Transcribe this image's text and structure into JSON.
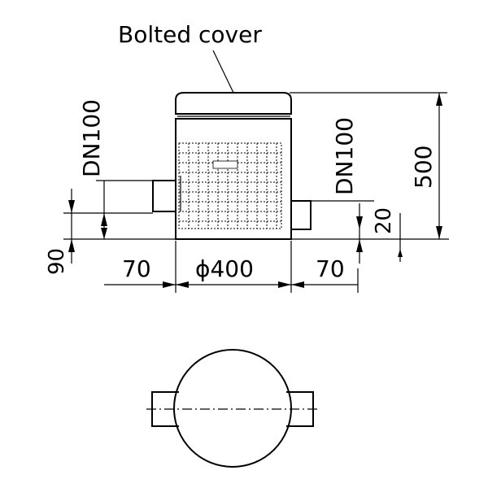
{
  "callout": {
    "text": "Bolted cover"
  },
  "dimensions": {
    "inlet_pipe": "DN100",
    "outlet_pipe": "DN100",
    "height": "500",
    "outlet_offset": "20",
    "inlet_height": "90",
    "left_projection": "70",
    "diameter": "ϕ400",
    "right_projection": "70"
  },
  "colors": {
    "line": "#000000",
    "background": "#ffffff"
  }
}
